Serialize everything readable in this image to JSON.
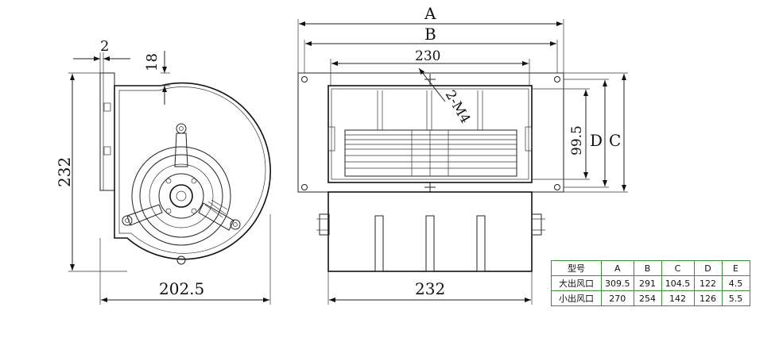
{
  "dimensions": {
    "side": {
      "top_offset": "2",
      "flange": "18",
      "height": "232",
      "width": "202.5"
    },
    "front": {
      "A": "A",
      "B": "B",
      "C": "C",
      "D": "D",
      "hole_spacing": "230",
      "holes": "2-M4",
      "outlet_height": "99.5",
      "depth": "232"
    }
  },
  "spec_table": {
    "header": [
      "型号",
      "A",
      "B",
      "C",
      "D",
      "E"
    ],
    "rows": [
      [
        "大出风口",
        "309.5",
        "291",
        "104.5",
        "122",
        "4.5"
      ],
      [
        "小出风口",
        "270",
        "254",
        "142",
        "126",
        "5.5"
      ]
    ]
  }
}
